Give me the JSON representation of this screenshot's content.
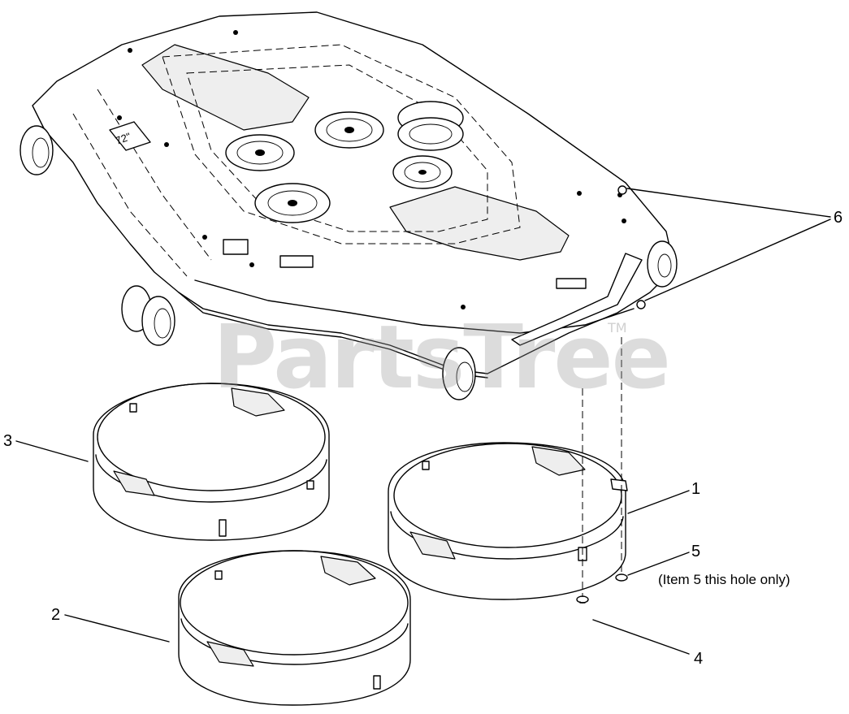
{
  "diagram": {
    "watermark": "PartsTree",
    "trademark": "TM",
    "deck_badge": "72\"",
    "callouts": [
      {
        "label": "1"
      },
      {
        "label": "2"
      },
      {
        "label": "3"
      },
      {
        "label": "4"
      },
      {
        "label": "5"
      },
      {
        "label": "6"
      }
    ],
    "note_item5": "(Item 5 this hole only)",
    "line_color": "#000000",
    "watermark_color": "#969696"
  }
}
